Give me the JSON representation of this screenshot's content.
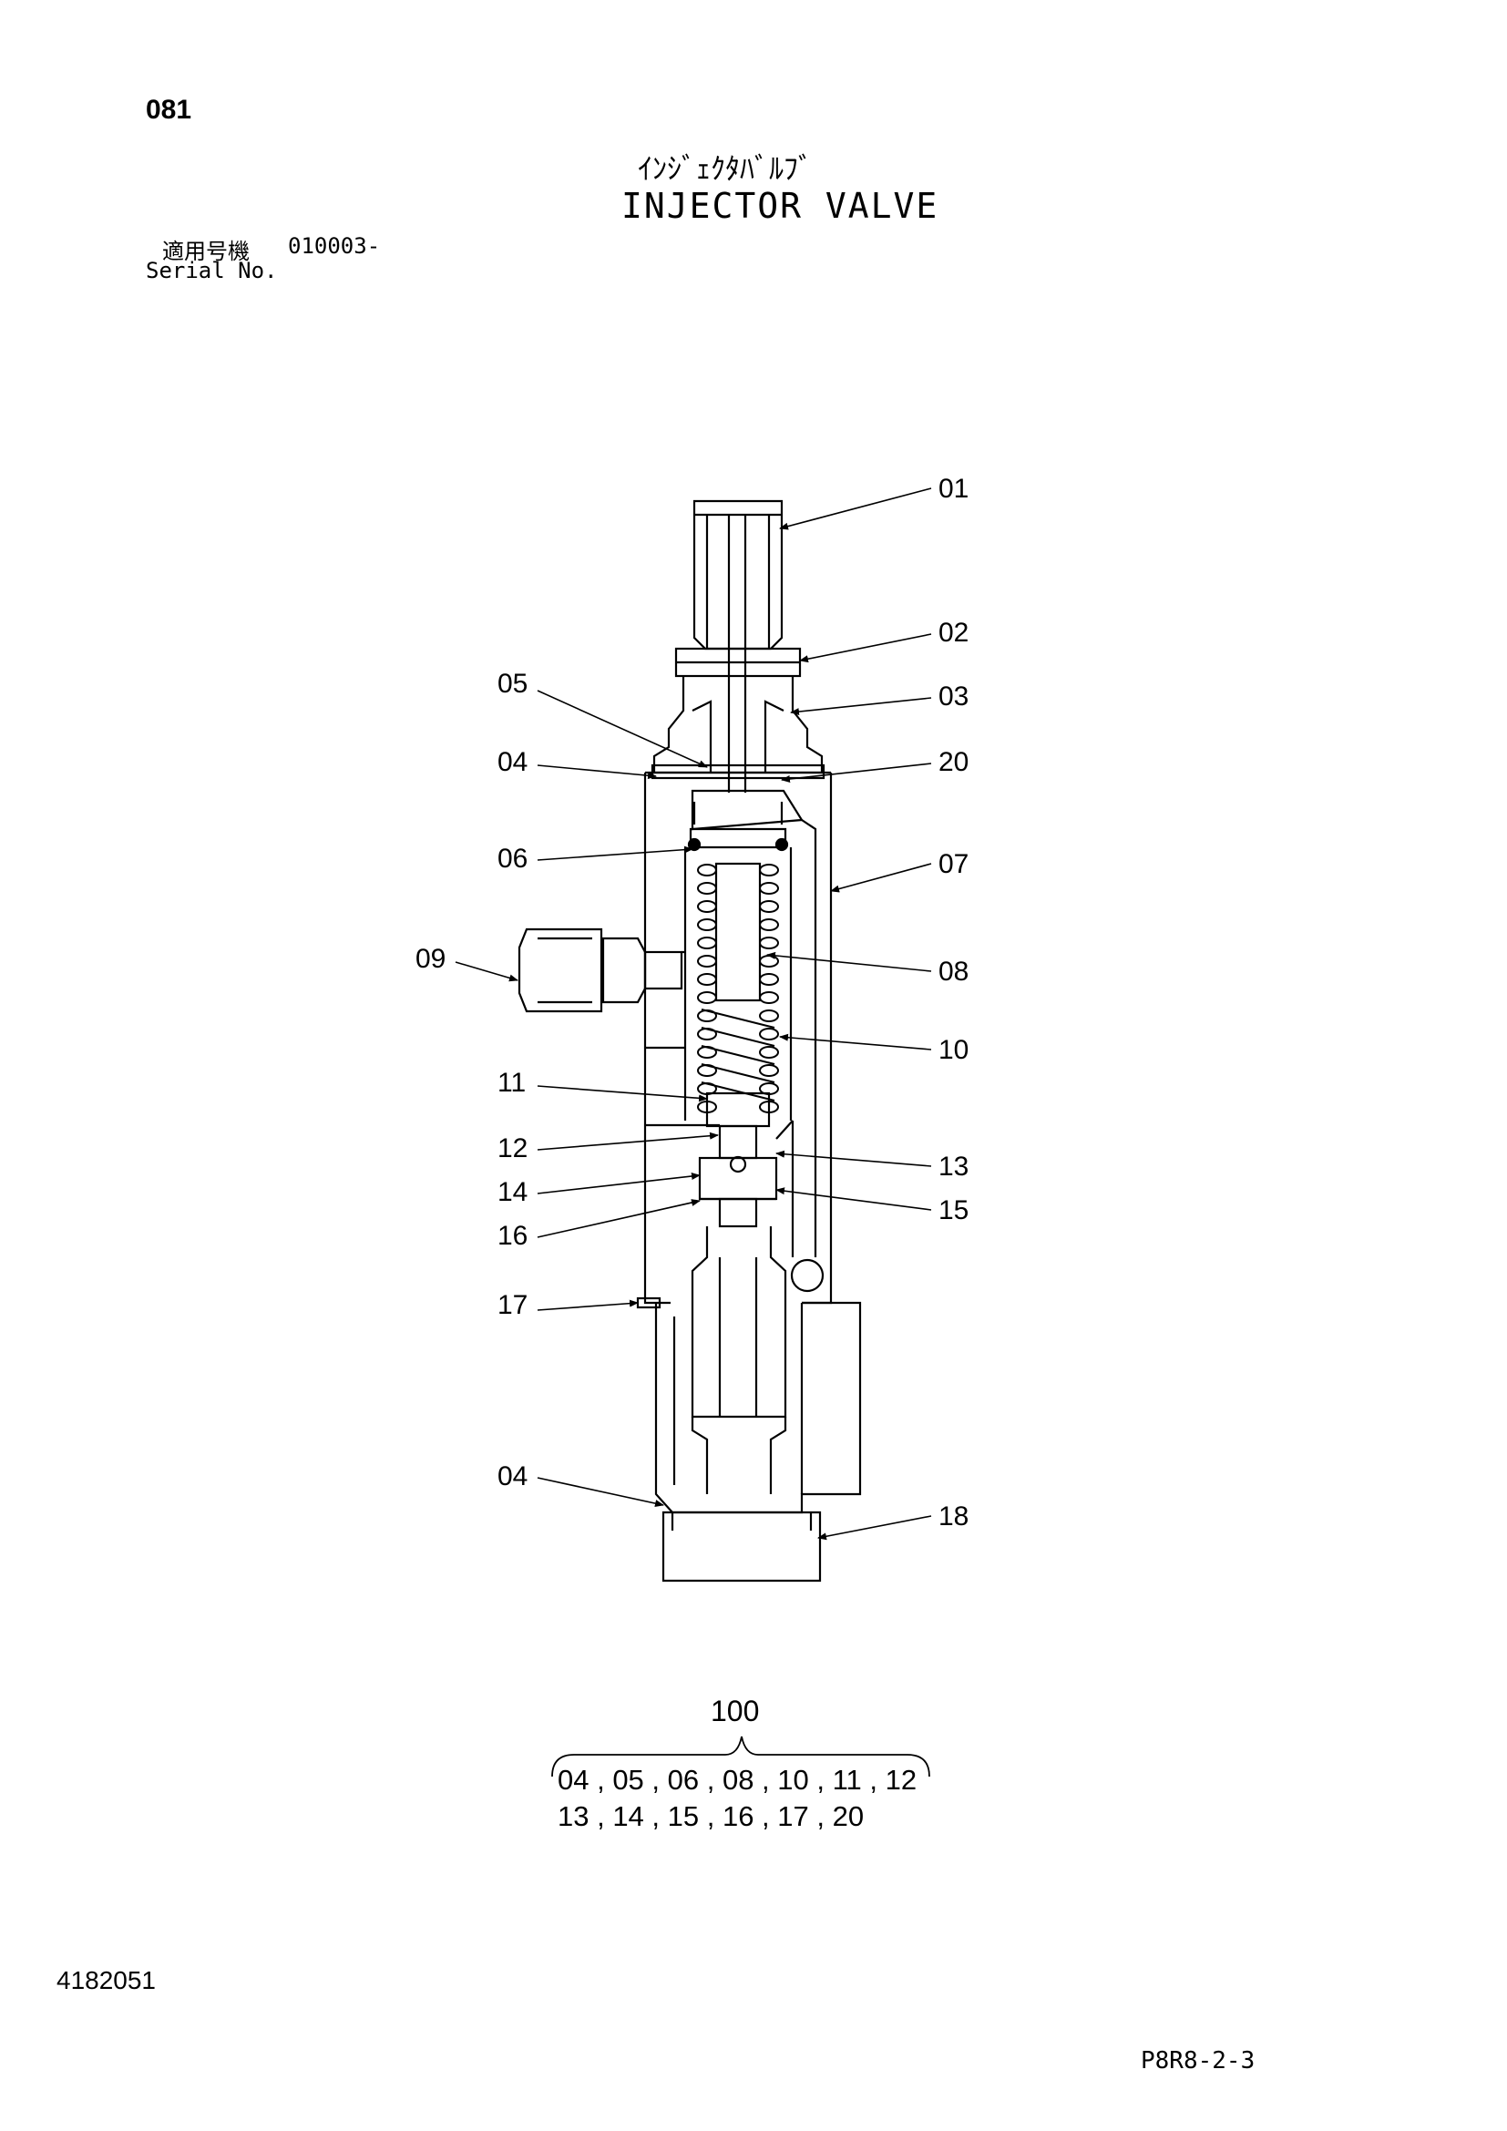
{
  "header": {
    "page_number": "081",
    "title_jp": "ｲﾝｼﾞｪｸﾀﾊﾞﾙﾌﾞ",
    "title_en": "INJECTOR VALVE",
    "serial_label_jp": "適用号機",
    "serial_from": "010003-",
    "serial_label_en": "Serial No."
  },
  "callouts": {
    "c01": "01",
    "c02": "02",
    "c03": "03",
    "c20": "20",
    "c07": "07",
    "c08": "08",
    "c10": "10",
    "c13": "13",
    "c15": "15",
    "c18": "18",
    "c05": "05",
    "c04a": "04",
    "c06": "06",
    "c09": "09",
    "c11": "11",
    "c12": "12",
    "c14": "14",
    "c16": "16",
    "c17": "17",
    "c04b": "04"
  },
  "assembly": {
    "label": "100",
    "line1": "04 , 05 , 06 , 08 , 10 , 11 , 12",
    "line2": "13 , 14 , 15 , 16 , 17 , 20"
  },
  "footer": {
    "drawing_number": "4182051",
    "sheet_code": "P8R8-2-3"
  }
}
